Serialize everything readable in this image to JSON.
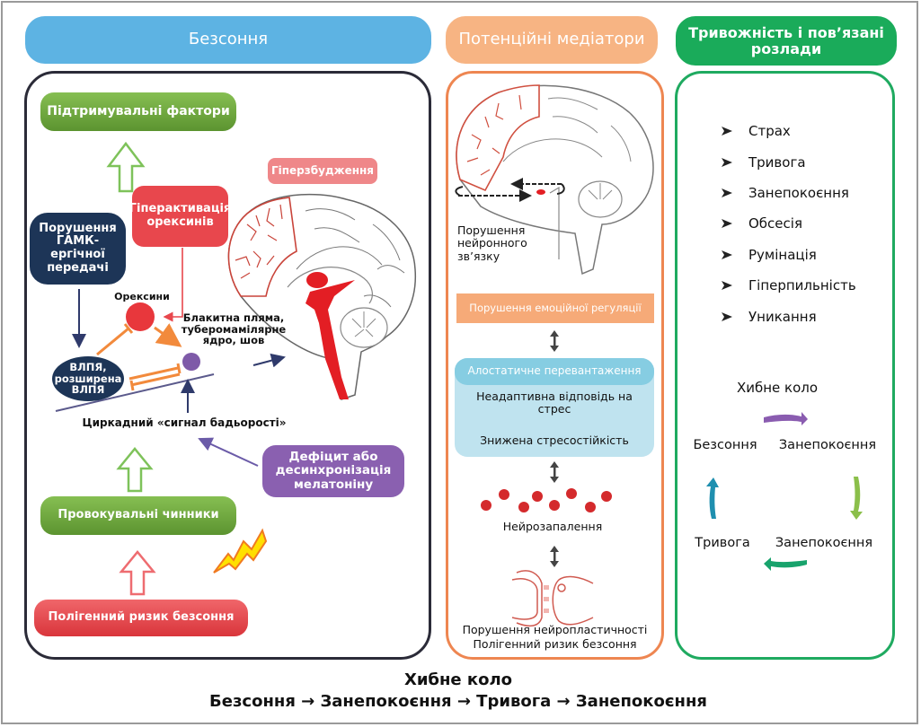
{
  "colors": {
    "insomnia_header": "#5db3e3",
    "mediators_header": "#f7b483",
    "anxiety_header": "#1aab5a",
    "green_box": "#6ea83c",
    "red_box": "#e8474d",
    "navy_box": "#1d3557",
    "purple_box": "#8a60b0",
    "pink_box": "#ef8789",
    "orange_box": "#f6aa78",
    "light_blue_box": "#bfe3ef",
    "mid_blue_box": "#86cde2",
    "brain_red": "#e31e24"
  },
  "columns": {
    "insomnia": {
      "header": "Безсоння",
      "maintaining_factors": "Підтримувальні фактори",
      "orexin_hyperactivation": "Гіперактивація орексинів",
      "gaba_disruption": "Порушення ГАМК-ергічної передачі",
      "hyperarousal": "Гіперзбудження",
      "orexins": "Орексини",
      "arousal_nuclei": "Блакитна пляма, туберомамілярне ядро, шов",
      "vlpo": "ВЛПЯ, розширена ВЛПЯ",
      "circadian_signal": "Циркадний «сигнал бадьорості»",
      "melatonin_deficit": "Дефіцит або десинхронізація мелатоніну",
      "precipitating_factors": "Провокувальні чинники",
      "polygenic_risk": "Полігенний ризик безсоння"
    },
    "mediators": {
      "header": "Потенційні медіатори",
      "neural_connectivity": "Порушення нейронного зв’язку",
      "emotion_regulation": "Порушення емоційної регуляції",
      "allostatic_load": "Алостатичне перевантаження",
      "maladaptive_response": "Неадаптивна відповідь на стрес",
      "reduced_resilience": "Знижена стресостійкість",
      "neuroinflammation": "Нейрозапалення",
      "neuroplasticity": "Порушення нейропластичності",
      "polygenic_risk": "Полігенний ризик безсоння"
    },
    "anxiety": {
      "header": "Тривожність і пов’язані розлади",
      "items": [
        "Страх",
        "Тривога",
        "Занепокоєння",
        "Обсесія",
        "Румінація",
        "Гіперпильність",
        "Уникання"
      ],
      "cycle": {
        "title": "Хибне коло",
        "top_left": "Безсоння",
        "top_right": "Занепокоєння",
        "bottom_right": "Занепокоєння",
        "bottom_left": "Тривога"
      }
    }
  },
  "footer": {
    "title": "Хибне коло",
    "sequence": "Безсоння → Занепокоєння → Тривога → Занепокоєння"
  }
}
